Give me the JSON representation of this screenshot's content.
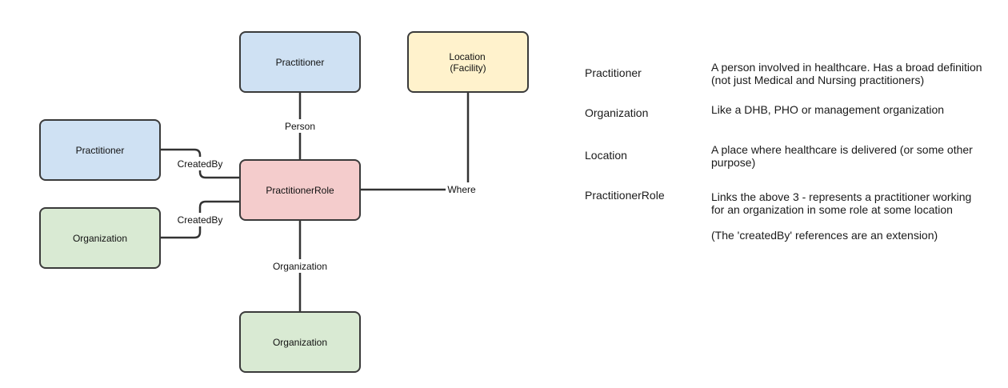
{
  "diagram": {
    "nodes": {
      "practitioner_top": {
        "label": "Practitioner",
        "fill": "#cfe1f3"
      },
      "location": {
        "label_line1": "Location",
        "label_line2": "(Facility)",
        "fill": "#fff2cc"
      },
      "practitioner_left": {
        "label": "Practitioner",
        "fill": "#cfe1f3"
      },
      "practitioner_role": {
        "label": "PractitionerRole",
        "fill": "#f4cccc"
      },
      "organization_left": {
        "label": "Organization",
        "fill": "#d9ead3"
      },
      "organization_bottom": {
        "label": "Organization",
        "fill": "#d9ead3"
      }
    },
    "edges": {
      "person": "Person",
      "created_by_practitioner": "CreatedBy",
      "created_by_organization": "CreatedBy",
      "where": "Where",
      "organization": "Organization"
    }
  },
  "legend": {
    "items": [
      {
        "term": "Practitioner",
        "description": "A person involved in healthcare. Has a broad definition (not just Medical and Nursing practitioners)"
      },
      {
        "term": "Organization",
        "description": "Like a DHB, PHO or management organization"
      },
      {
        "term": "Location",
        "description": "A place where healthcare is delivered (or some other purpose)"
      },
      {
        "term": "PractitionerRole",
        "description": "Links the above 3 - represents a practitioner working for an organization in some role at some location"
      }
    ],
    "note": "(The 'createdBy' references are an extension)"
  }
}
